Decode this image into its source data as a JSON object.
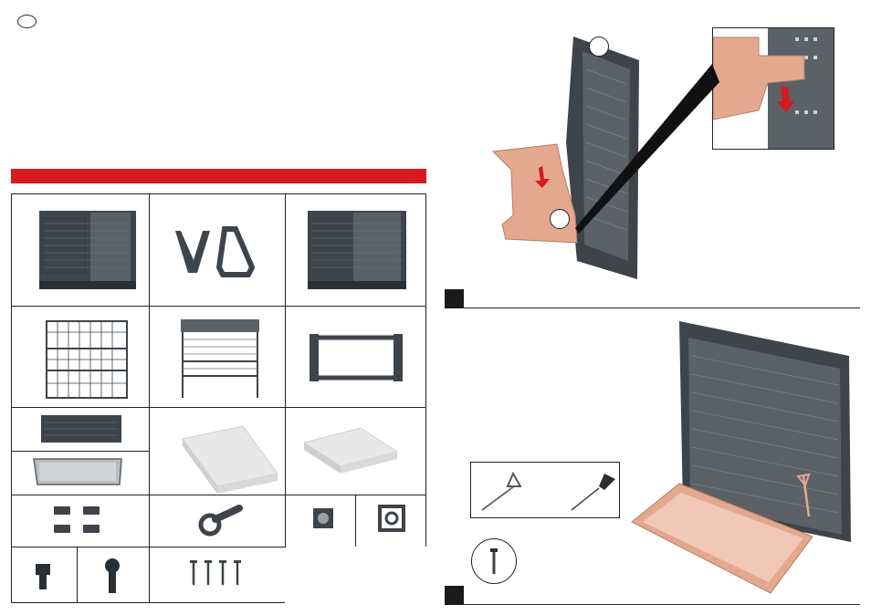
{
  "language": {
    "code": ""
  },
  "colors": {
    "accent_red": "#d71920",
    "part_dark": "#3e4449",
    "part_terra": "#e4a88f",
    "part_white": "#e8e8e8"
  },
  "parts_list": {
    "rows": [
      [
        "pegboard-panel",
        "wall-brackets",
        "pegboard-panel"
      ],
      [
        "wire-shelf",
        "shelf-rack",
        "bar-hanger"
      ],
      [
        "small-bin",
        "white-block",
        "white-block-2"
      ],
      [
        "clips",
        "spanner-tool",
        "square-nut"
      ],
      [
        "screws-hex",
        "wood-screws"
      ]
    ],
    "hardware_counts": {
      "clips": 4,
      "wood_screws": 4,
      "screw_types": 2
    }
  },
  "steps": [
    {
      "label": "",
      "callouts": [
        "",
        ""
      ]
    },
    {
      "label": "",
      "tools": [
        "pin-key-icon",
        "screwdriver-icon"
      ],
      "note_icon": "screw-icon"
    }
  ]
}
